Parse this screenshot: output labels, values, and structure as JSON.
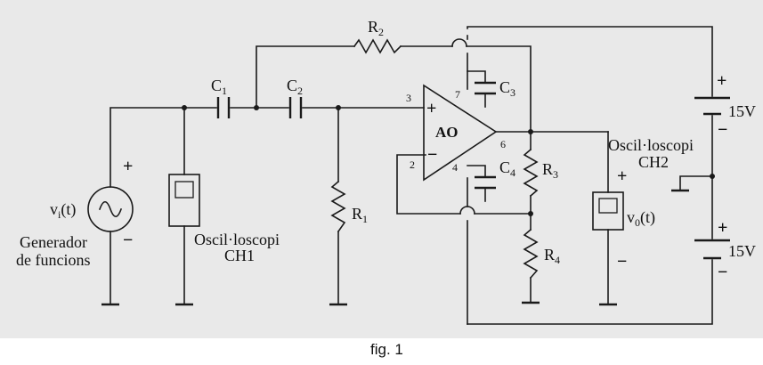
{
  "figure": {
    "caption": "fig. 1",
    "colors": {
      "paper": "#e9e9e9",
      "ink": "#1a1a1a"
    }
  },
  "labels": {
    "C1": {
      "main": "C",
      "sub": "1"
    },
    "C2": {
      "main": "C",
      "sub": "2"
    },
    "C3": {
      "main": "C",
      "sub": "3"
    },
    "C4": {
      "main": "C",
      "sub": "4"
    },
    "R1": {
      "main": "R",
      "sub": "1"
    },
    "R2": {
      "main": "R",
      "sub": "2"
    },
    "R3": {
      "main": "R",
      "sub": "3"
    },
    "R4": {
      "main": "R",
      "sub": "4"
    },
    "opamp": "AO",
    "pins": {
      "p2": "2",
      "p3": "3",
      "p4": "4",
      "p6": "6",
      "p7": "7"
    },
    "vin": {
      "main": "v",
      "sub": "i",
      "rest": "(t)"
    },
    "vout": {
      "main": "v",
      "sub": "0",
      "rest": "(t)"
    },
    "generator": [
      "Generador",
      "de funcions"
    ],
    "scope1": [
      "Oscil·loscopi",
      "CH1"
    ],
    "scope2": [
      "Oscil·loscopi",
      "CH2"
    ],
    "supply_top": "15V",
    "supply_bottom": "15V",
    "plus": "+",
    "minus": "−"
  }
}
